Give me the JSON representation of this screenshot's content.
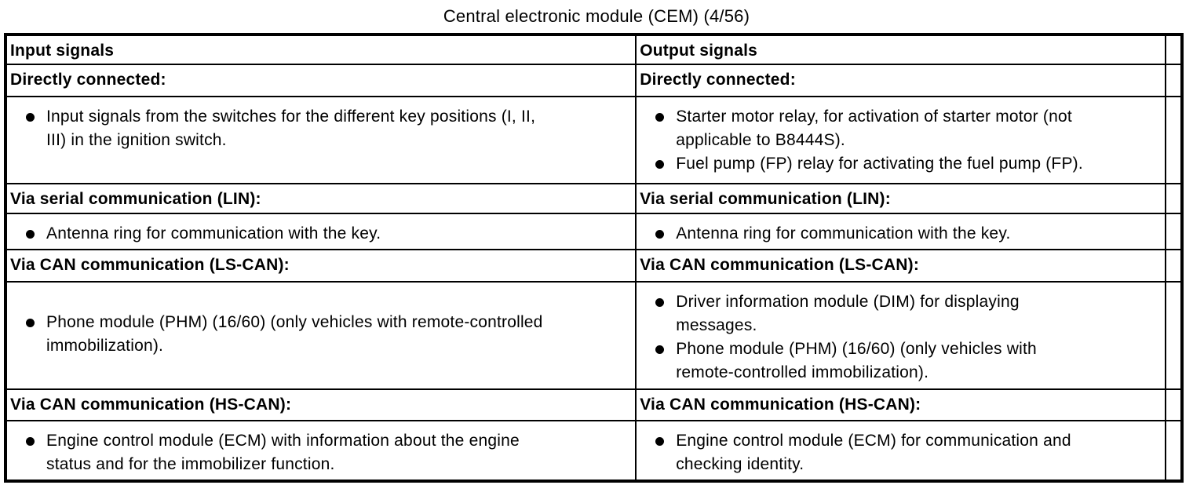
{
  "title": "Central electronic module (CEM) (4/56)",
  "colors": {
    "ink": "#000000",
    "paper": "#ffffff"
  },
  "table": {
    "left_column_header": "Input signals",
    "right_column_header": "Output signals",
    "sections": [
      {
        "left_label": "Directly connected:",
        "right_label": "Directly connected:",
        "left_items": [
          "Input signals from the switches for the different key positions (I, II,\nIII) in the ignition switch."
        ],
        "right_items": [
          "Starter motor relay, for activation of starter motor (not\napplicable to B8444S).",
          "Fuel pump (FP) relay for activating the fuel pump (FP)."
        ]
      },
      {
        "left_label": "Via serial communication (LIN):",
        "right_label": "Via serial communication (LIN):",
        "left_items": [
          "Antenna ring for communication with the key."
        ],
        "right_items": [
          "Antenna ring for communication with the key."
        ]
      },
      {
        "left_label": "Via CAN communication (LS-CAN):",
        "right_label": "Via CAN communication (LS-CAN):",
        "left_items": [
          "Phone module (PHM) (16/60) (only vehicles with remote-controlled\nimmobilization)."
        ],
        "right_items": [
          "Driver information module (DIM) for displaying\nmessages.",
          "Phone module (PHM) (16/60) (only vehicles with\nremote-controlled immobilization)."
        ]
      },
      {
        "left_label": "Via CAN communication (HS-CAN):",
        "right_label": "Via CAN communication (HS-CAN):",
        "left_items": [
          "Engine control module (ECM) with information about the engine\nstatus and for the immobilizer function."
        ],
        "right_items": [
          "Engine control module (ECM) for communication and\nchecking identity."
        ]
      }
    ]
  }
}
